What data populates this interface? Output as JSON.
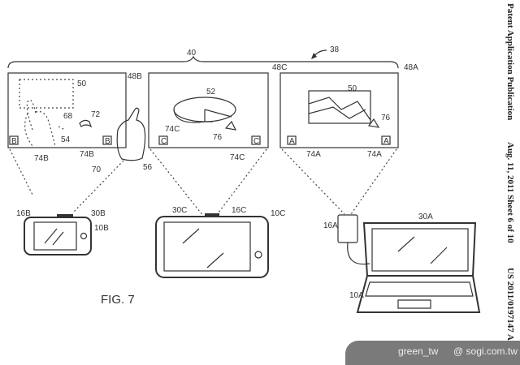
{
  "header": {
    "publication": "Patent Application Publication",
    "date_sheet": "Aug. 11, 2011  Sheet 6 of 10",
    "number": "US 2011/0197147 A1"
  },
  "figure": {
    "title": "FIG. 7",
    "refs": {
      "system": "40",
      "arrow": "38",
      "screen_b": "48B",
      "screen_c": "48C",
      "screen_a": "48A",
      "object": "50",
      "pie": "52",
      "path": "54",
      "hand": "56",
      "gesture_path": "68",
      "gesture": "70",
      "rotate": "72",
      "pointer_c": "76",
      "pointer_a": "76",
      "marker_b1": "74B",
      "marker_b2": "74B",
      "marker_c1": "74C",
      "marker_c2": "74C",
      "marker_a1": "74A",
      "marker_a2": "74A",
      "phone_projector": "16B",
      "phone_camera": "30B",
      "phone": "10B",
      "tablet_camera": "30C",
      "tablet_projector": "16C",
      "tablet": "10C",
      "laptop_projector": "16A",
      "laptop_camera": "30A",
      "laptop": "10A"
    },
    "marker_letters": {
      "b": "B",
      "c": "C",
      "a": "A"
    }
  },
  "watermark": {
    "user": "green_tw",
    "site": "@ sogi.com.tw"
  }
}
